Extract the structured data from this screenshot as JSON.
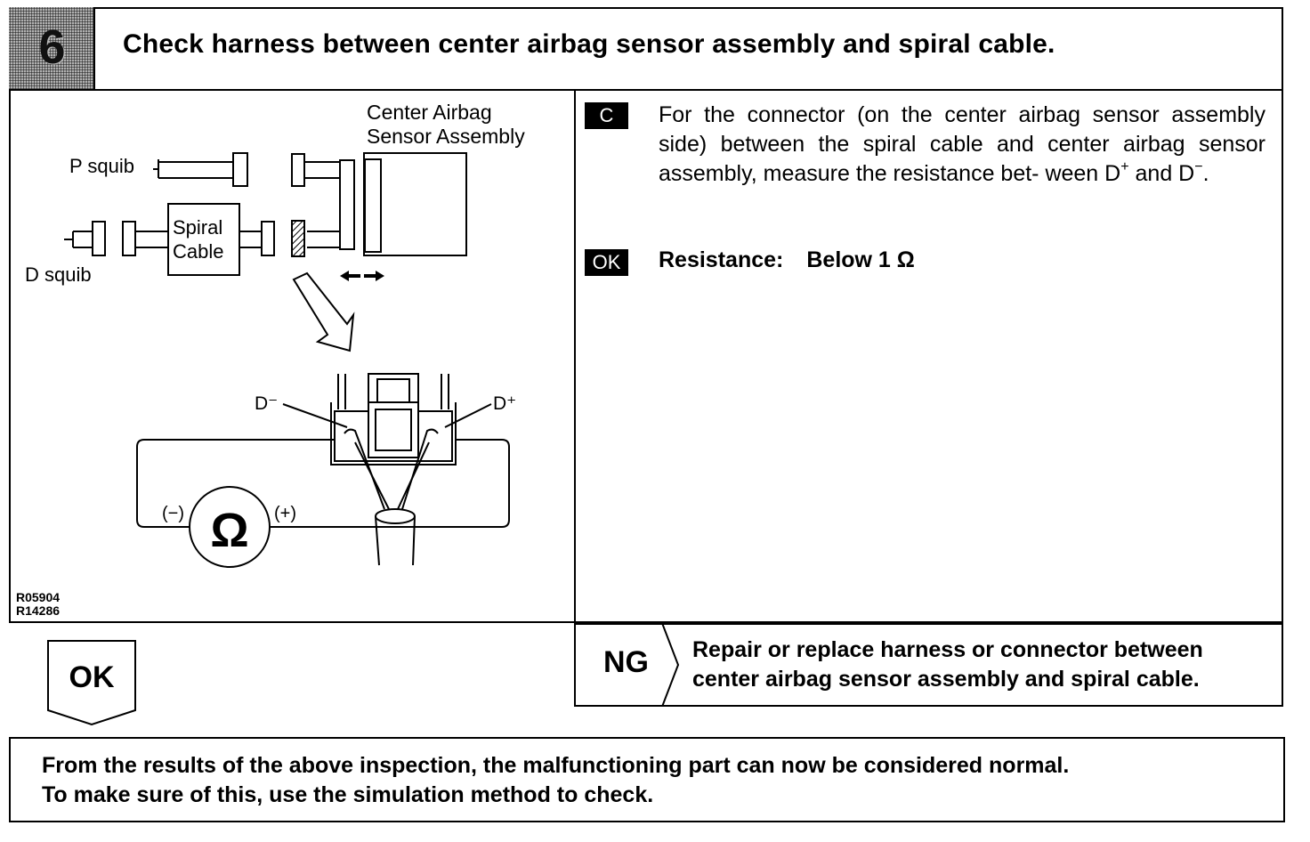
{
  "header": {
    "step_number": "6",
    "title": "Check harness between center airbag sensor assembly and spiral cable."
  },
  "diagram": {
    "label_center_airbag_line1": "Center Airbag",
    "label_center_airbag_line2": "Sensor Assembly",
    "label_p_squib": "P squib",
    "label_d_squib": "D squib",
    "label_spiral_line1": "Spiral",
    "label_spiral_line2": "Cable",
    "label_d_minus": "D⁻",
    "label_d_plus": "D⁺",
    "label_meter_minus": "(−)",
    "label_meter_plus": "(+)",
    "ohm_symbol": "Ω",
    "ref_code_1": "R05904",
    "ref_code_2": "R14286"
  },
  "check": {
    "tag_c": "C",
    "instruction_part1": "For the connector (on the center airbag sensor assembly side) between the spiral cable and center airbag sensor assembly, measure the resistance bet- ween D",
    "sup_plus": "+",
    "instruction_part2": " and D",
    "sup_minus": "−",
    "instruction_part3": ".",
    "tag_ok": "OK",
    "resistance_label": "Resistance:",
    "resistance_value": "Below 1 Ω"
  },
  "result": {
    "ok_label": "OK",
    "ng_label": "NG",
    "ng_action": "Repair or replace harness or connector between center airbag sensor assembly and spiral cable."
  },
  "note": {
    "line1": "From the results of the above inspection, the malfunctioning part can now be considered normal.",
    "line2": "To make sure of this, use the simulation method to check."
  }
}
